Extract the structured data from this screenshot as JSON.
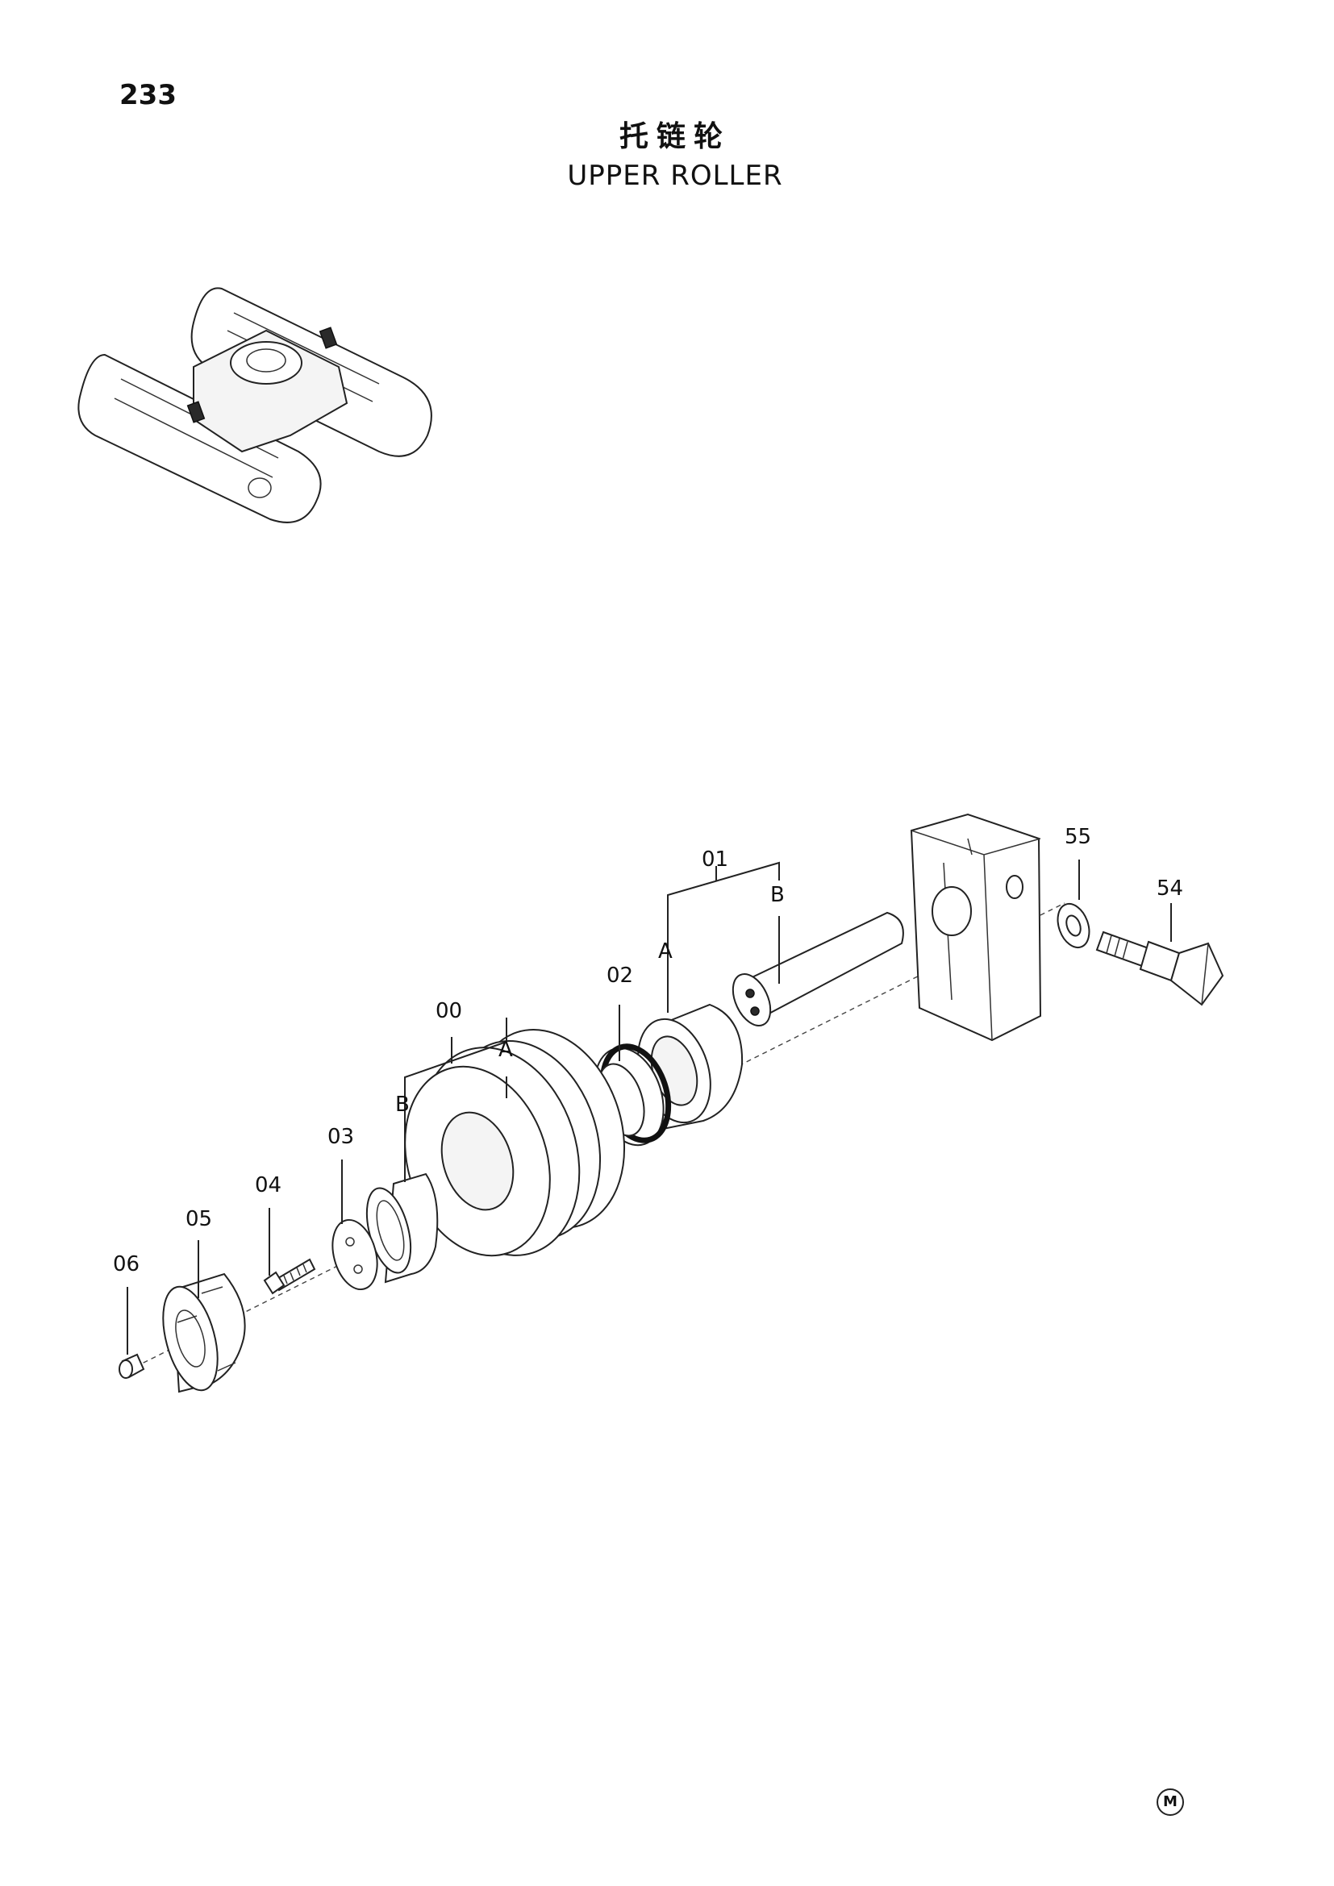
{
  "page": {
    "number": "233"
  },
  "title": {
    "chinese": "托链轮",
    "english": "UPPER ROLLER"
  },
  "callouts": {
    "p00": "00",
    "p01": "01",
    "p02": "02",
    "p03": "03",
    "p04": "04",
    "p05": "05",
    "p06": "06",
    "p54": "54",
    "p55": "55",
    "a1": "A",
    "b1": "B",
    "a2": "A",
    "b2": "B"
  },
  "manufacturer_mark": "M"
}
